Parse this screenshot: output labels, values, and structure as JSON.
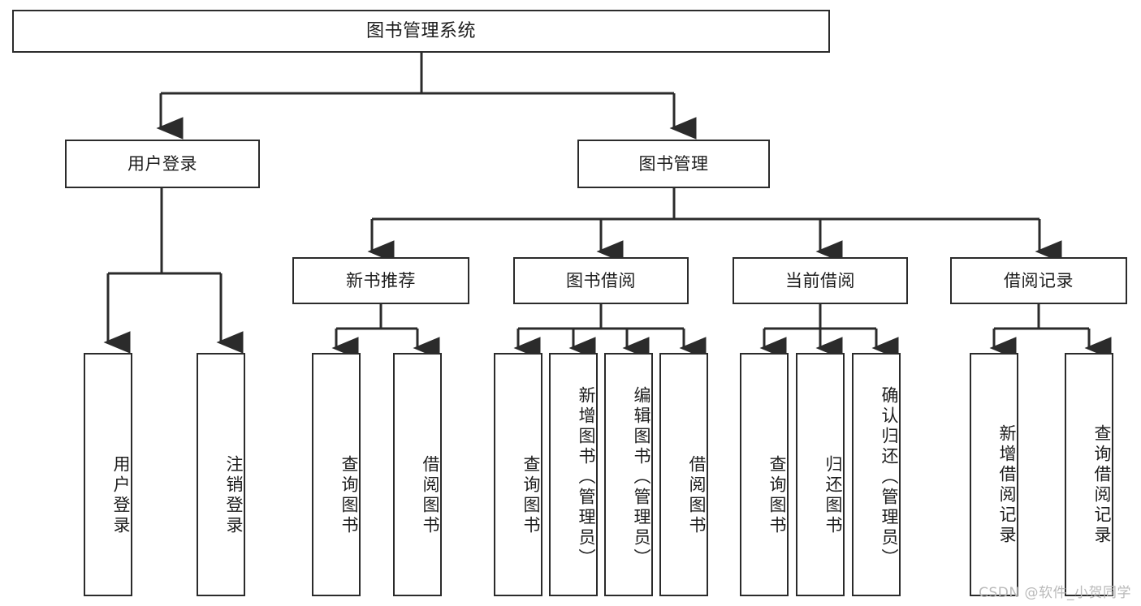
{
  "diagram": {
    "title": "图书管理系统",
    "type": "tree-hierarchy-diagram",
    "watermark": "CSDN @软件_小贺同学",
    "colors": {
      "box_border": "#2b2b2b",
      "box_fill": "#ffffff",
      "edge": "#2b2b2b",
      "text": "#1d1d1d",
      "watermark": "#b9b9b9",
      "background": "#ffffff"
    },
    "root": {
      "label": "图书管理系统"
    },
    "level2": [
      {
        "label": "用户登录"
      },
      {
        "label": "图书管理"
      }
    ],
    "level3": [
      {
        "label": "新书推荐"
      },
      {
        "label": "图书借阅"
      },
      {
        "label": "当前借阅"
      },
      {
        "label": "借阅记录"
      }
    ],
    "leaves": {
      "user_login": [
        {
          "label": "用户登录"
        },
        {
          "label": "注销登录"
        }
      ],
      "new_book_recommend": [
        {
          "label": "查询图书"
        },
        {
          "label": "借阅图书"
        }
      ],
      "book_borrow": [
        {
          "label": "查询图书"
        },
        {
          "label": "新增图书（管理员）"
        },
        {
          "label": "编辑图书（管理员）"
        },
        {
          "label": "借阅图书"
        }
      ],
      "current_borrow": [
        {
          "label": "查询图书"
        },
        {
          "label": "归还图书"
        },
        {
          "label": "确认归还（管理员）"
        }
      ],
      "borrow_record": [
        {
          "label": "新增借阅记录"
        },
        {
          "label": "查询借阅记录"
        }
      ]
    }
  }
}
